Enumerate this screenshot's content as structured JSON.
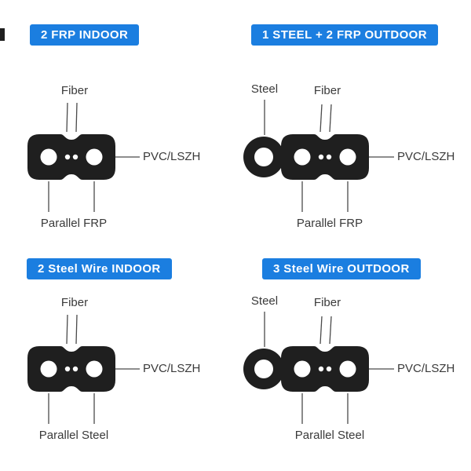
{
  "colors": {
    "accent": "#1b7ee0",
    "cable": "#1f1f1f",
    "line": "#4a4a4a",
    "label": "#3a3a3a",
    "background": "#ffffff"
  },
  "panels": [
    {
      "id": "2-frp-indoor",
      "badge": "2 FRP INDOOR",
      "labels": {
        "fiber": "Fiber",
        "jacket": "PVC/LSZH",
        "strength": "Parallel FRP"
      }
    },
    {
      "id": "1-steel-2-frp-outdoor",
      "badge": "1 STEEL + 2 FRP OUTDOOR",
      "labels": {
        "steel": "Steel",
        "fiber": "Fiber",
        "jacket": "PVC/LSZH",
        "strength": "Parallel FRP"
      }
    },
    {
      "id": "2-steel-wire-indoor",
      "badge": "2 Steel Wire INDOOR",
      "labels": {
        "fiber": "Fiber",
        "jacket": "PVC/LSZH",
        "strength": "Parallel Steel"
      }
    },
    {
      "id": "3-steel-wire-outdoor",
      "badge": "3 Steel Wire OUTDOOR",
      "labels": {
        "steel": "Steel",
        "fiber": "Fiber",
        "jacket": "PVC/LSZH",
        "strength": "Parallel Steel"
      }
    }
  ]
}
